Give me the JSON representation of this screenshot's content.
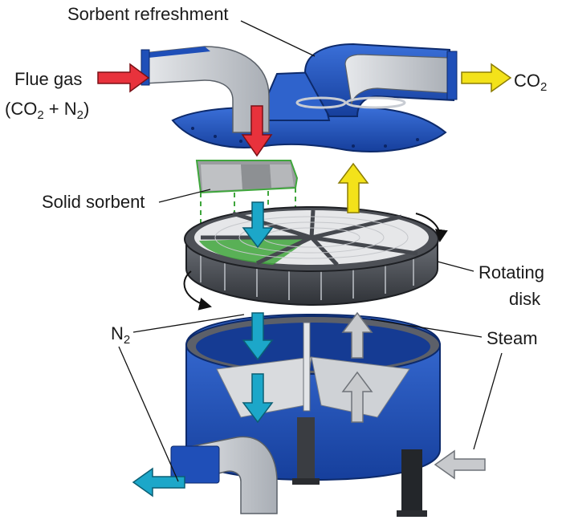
{
  "labels": {
    "sorbent_refreshment": "Sorbent refreshment",
    "flue_gas": "Flue gas",
    "flue_gas_formula": {
      "open": "(CO",
      "sub1": "2",
      "mid": " + N",
      "sub2": "2",
      "close": ")"
    },
    "co2": {
      "base": "CO",
      "sub": "2"
    },
    "solid_sorbent": "Solid sorbent",
    "rotating": "Rotating",
    "disk": "disk",
    "n2": {
      "base": "N",
      "sub": "2"
    },
    "steam": "Steam"
  },
  "colors": {
    "housing_blue": "#1f4fb8",
    "housing_dark": "#102e78",
    "duct_grey": "#c9cdd2",
    "flue_gas_arrow": "#e8323c",
    "co2_arrow": "#f3e21a",
    "n2_arrow": "#1ca7c9",
    "steam_arrow": "#c8cacd",
    "sorbent_green": "#3fa63c"
  }
}
